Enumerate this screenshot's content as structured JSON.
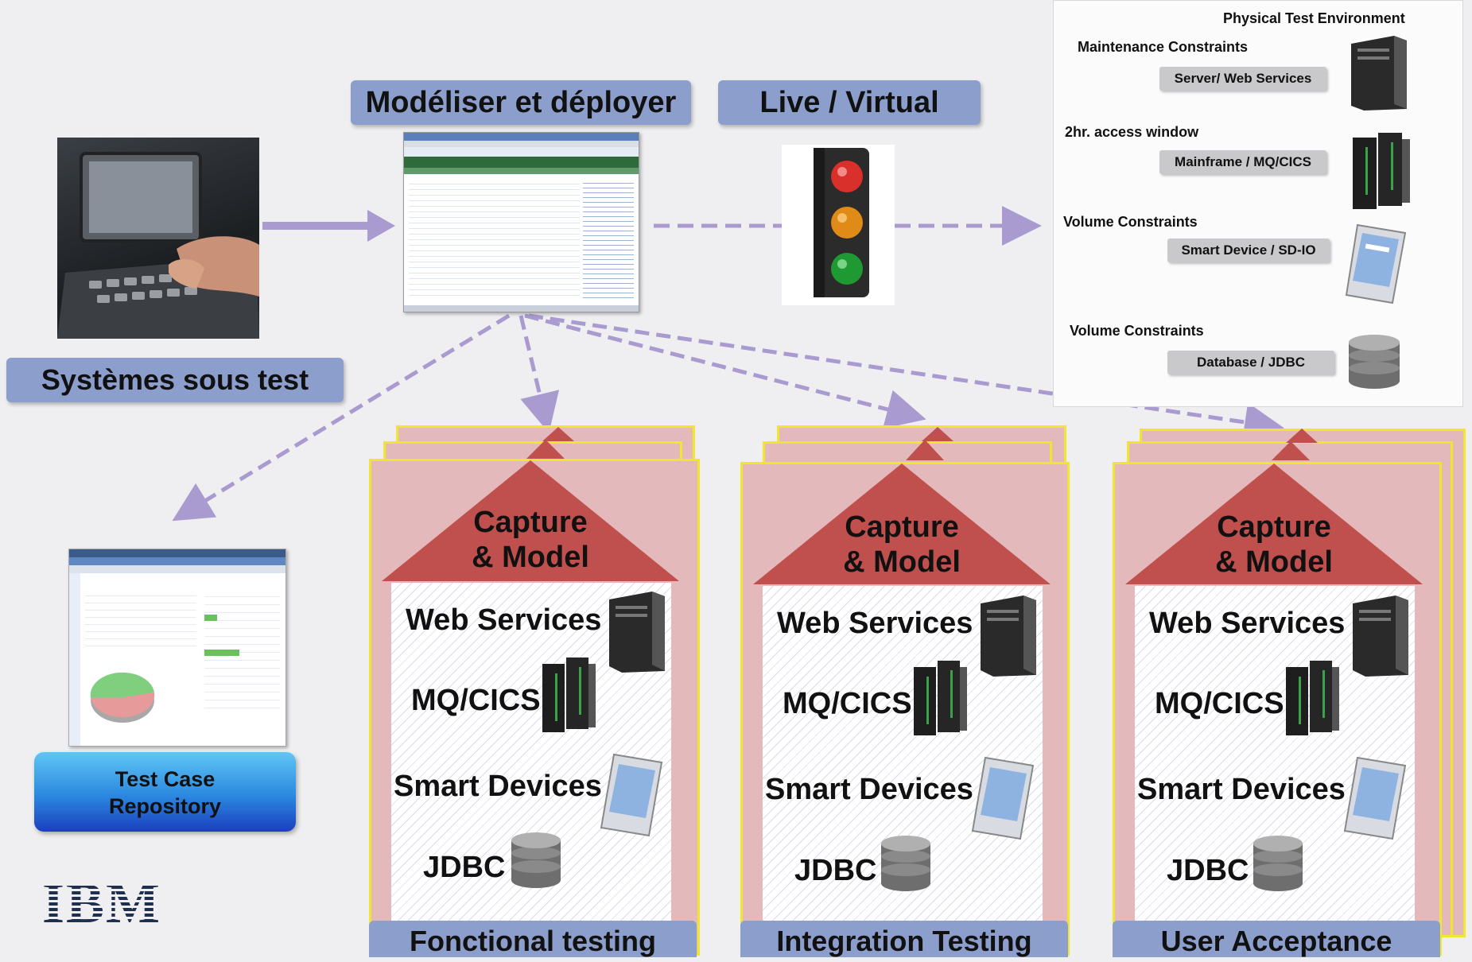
{
  "model_label": "Modéliser et déployer",
  "live_label": "Live / Virtual",
  "sut_label": "Systèmes sous test",
  "repo_label_line1": "Test Case",
  "repo_label_line2": "Repository",
  "logo_text": "IBM",
  "env": {
    "title": "Physical  Test Environment",
    "items": [
      {
        "constraint": "Maintenance Constraints",
        "badge": "Server/ Web Services",
        "icon": "tower-server-icon"
      },
      {
        "constraint": "2hr. access window",
        "badge": "Mainframe / MQ/CICS",
        "icon": "mainframe-icon"
      },
      {
        "constraint": "Volume Constraints",
        "badge": "Smart Device / SD-IO",
        "icon": "smart-device-icon"
      },
      {
        "constraint": "Volume Constraints",
        "badge": "Database / JDBC",
        "icon": "database-icon"
      }
    ]
  },
  "stacks": [
    {
      "capture_line1": "Capture",
      "capture_line2": "& Model",
      "web": "Web Services",
      "mq": "MQ/CICS",
      "smart": "Smart Devices",
      "jdbc": "JDBC",
      "footer": "Fonctional testing"
    },
    {
      "capture_line1": "Capture",
      "capture_line2": "& Model",
      "web": "Web Services",
      "mq": "MQ/CICS",
      "smart": "Smart Devices",
      "jdbc": "JDBC",
      "footer": "Integration Testing"
    },
    {
      "capture_line1": "Capture",
      "capture_line2": "& Model",
      "web": "Web Services",
      "mq": "MQ/CICS",
      "smart": "Smart Devices",
      "jdbc": "JDBC",
      "footer": "User Acceptance"
    }
  ],
  "colors": {
    "label_blue": "#8c9fcc",
    "capture_red": "#c0504d",
    "card_pink": "#e4b9bb",
    "card_border": "#f1e62e",
    "arrow": "#a99bd0"
  }
}
